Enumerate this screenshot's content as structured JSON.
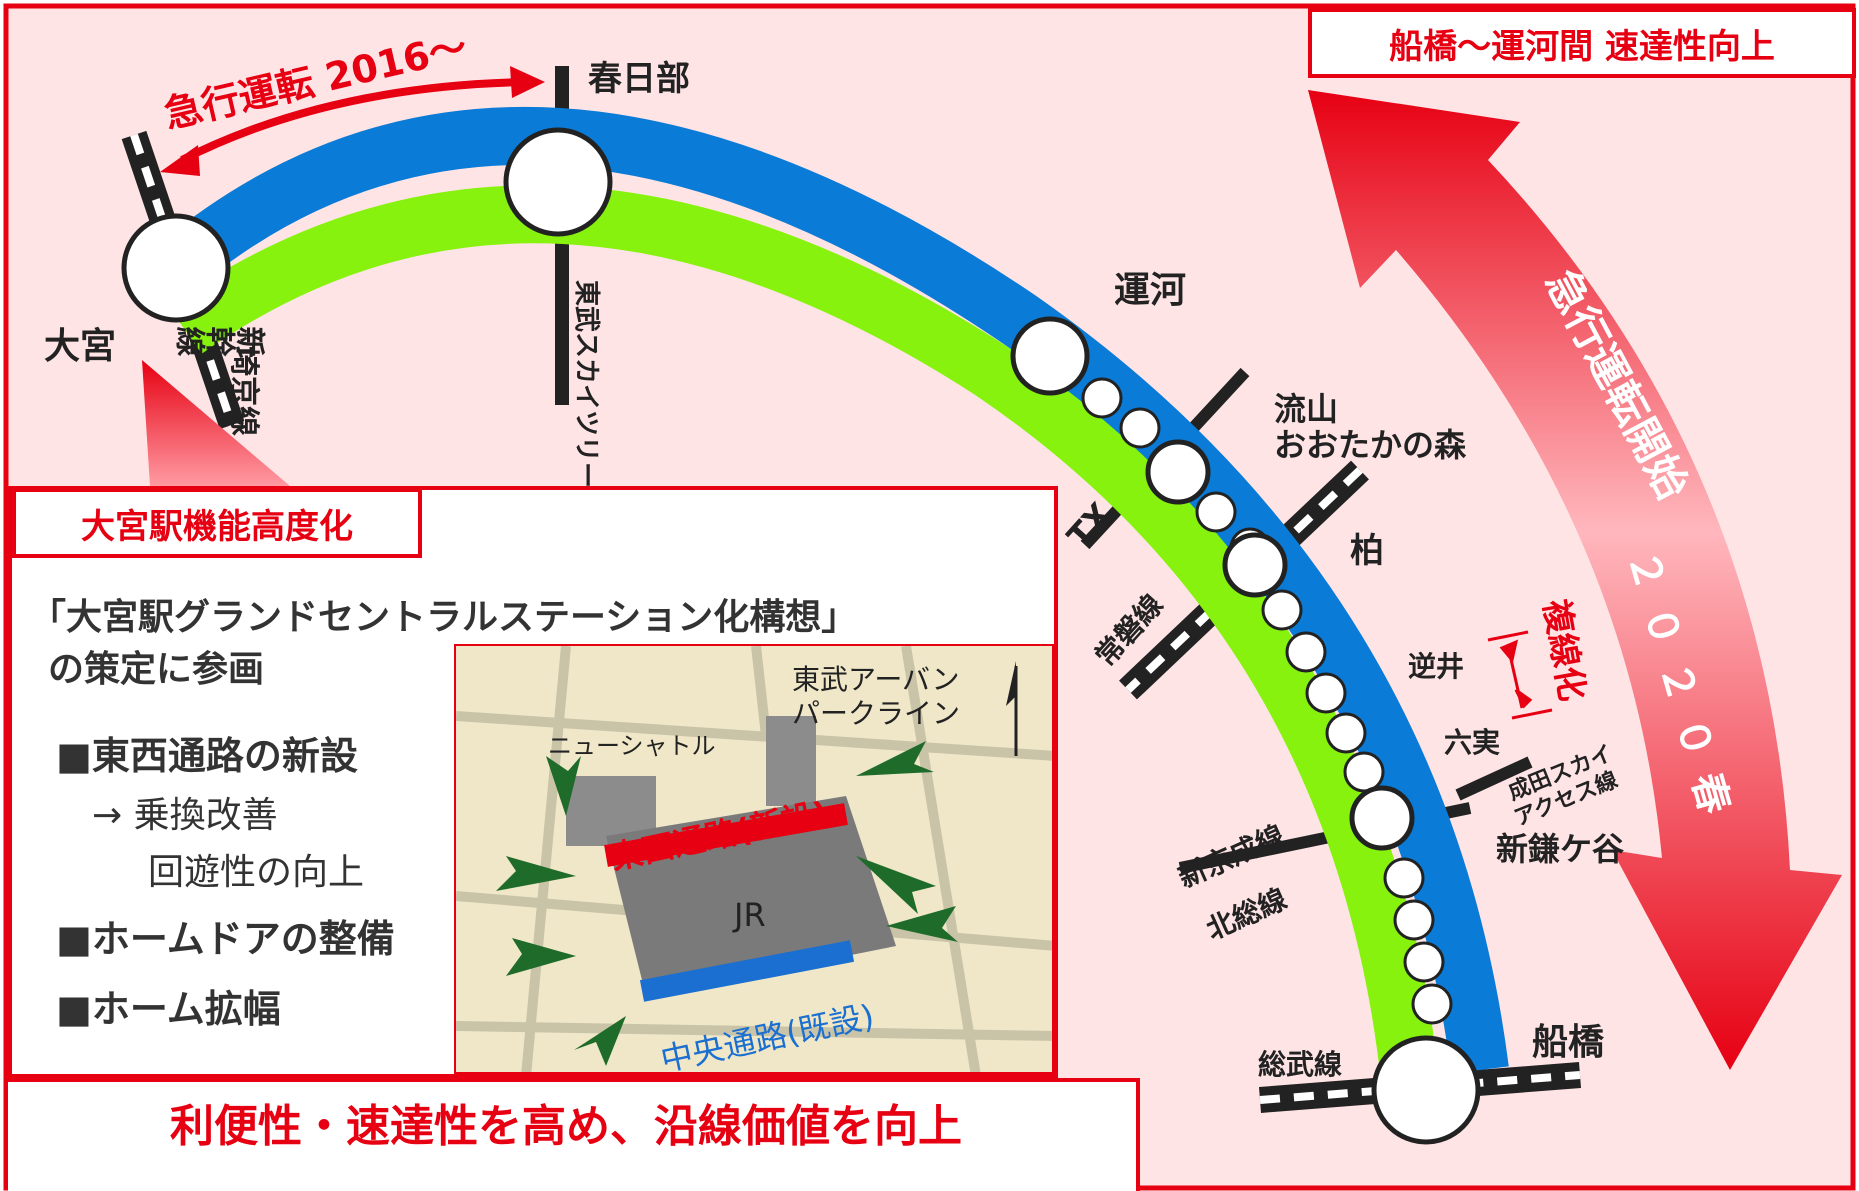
{
  "colors": {
    "accent_red": "#e60012",
    "background_pink": "#ffe4e6",
    "line_blue": "#0a7bd6",
    "line_green": "#86f20d",
    "track_black": "#222222"
  },
  "top_right_title": "船橋〜運河間 速達性向上",
  "express_left": "急行運転 2016〜",
  "express_right_main": "急行運転開始",
  "express_right_year": "２０２０春",
  "double_track": "複線化",
  "stations": {
    "omiya": "大宮",
    "kasukabe": "春日部",
    "unga": "運河",
    "nagareyama_1": "流山",
    "nagareyama_2": "おおたかの森",
    "kashiwa": "柏",
    "sakasai": "逆井",
    "mutsumi": "六実",
    "shinkamagaya": "新鎌ケ谷",
    "funabashi": "船橋"
  },
  "crossing_lines": {
    "saikyo_1": "埼京線",
    "shinkansen": "新幹線",
    "tobu_skytree": "東武スカイツリーライン",
    "tx": "TX",
    "joban": "常磐線",
    "narita_sky_access_1": "成田スカイ",
    "narita_sky_access_2": "アクセス線",
    "shinkeisei": "新京成線",
    "hokuso": "北総線",
    "sobu": "総武線"
  },
  "omiya_panel": {
    "title": "大宮駅機能高度化",
    "concept_line1": "「大宮駅グランドセントラルステーション化構想」",
    "concept_line2": "の策定に参画",
    "bullet1": "■東西通路の新設",
    "bullet1_sub1": "→ 乗換改善",
    "bullet1_sub2": "回遊性の向上",
    "bullet2": "■ホームドアの整備",
    "bullet3": "■ホーム拡幅"
  },
  "map": {
    "new_shuttle": "ニューシャトル",
    "tobu_urban_1": "東武アーバン",
    "tobu_urban_2": "パークライン",
    "east_west_passage": "東西通路(新設)",
    "central_passage": "中央通路(既設)",
    "jr": "JR"
  },
  "bottom_banner": "利便性・速達性を高め、沿線価値を向上"
}
